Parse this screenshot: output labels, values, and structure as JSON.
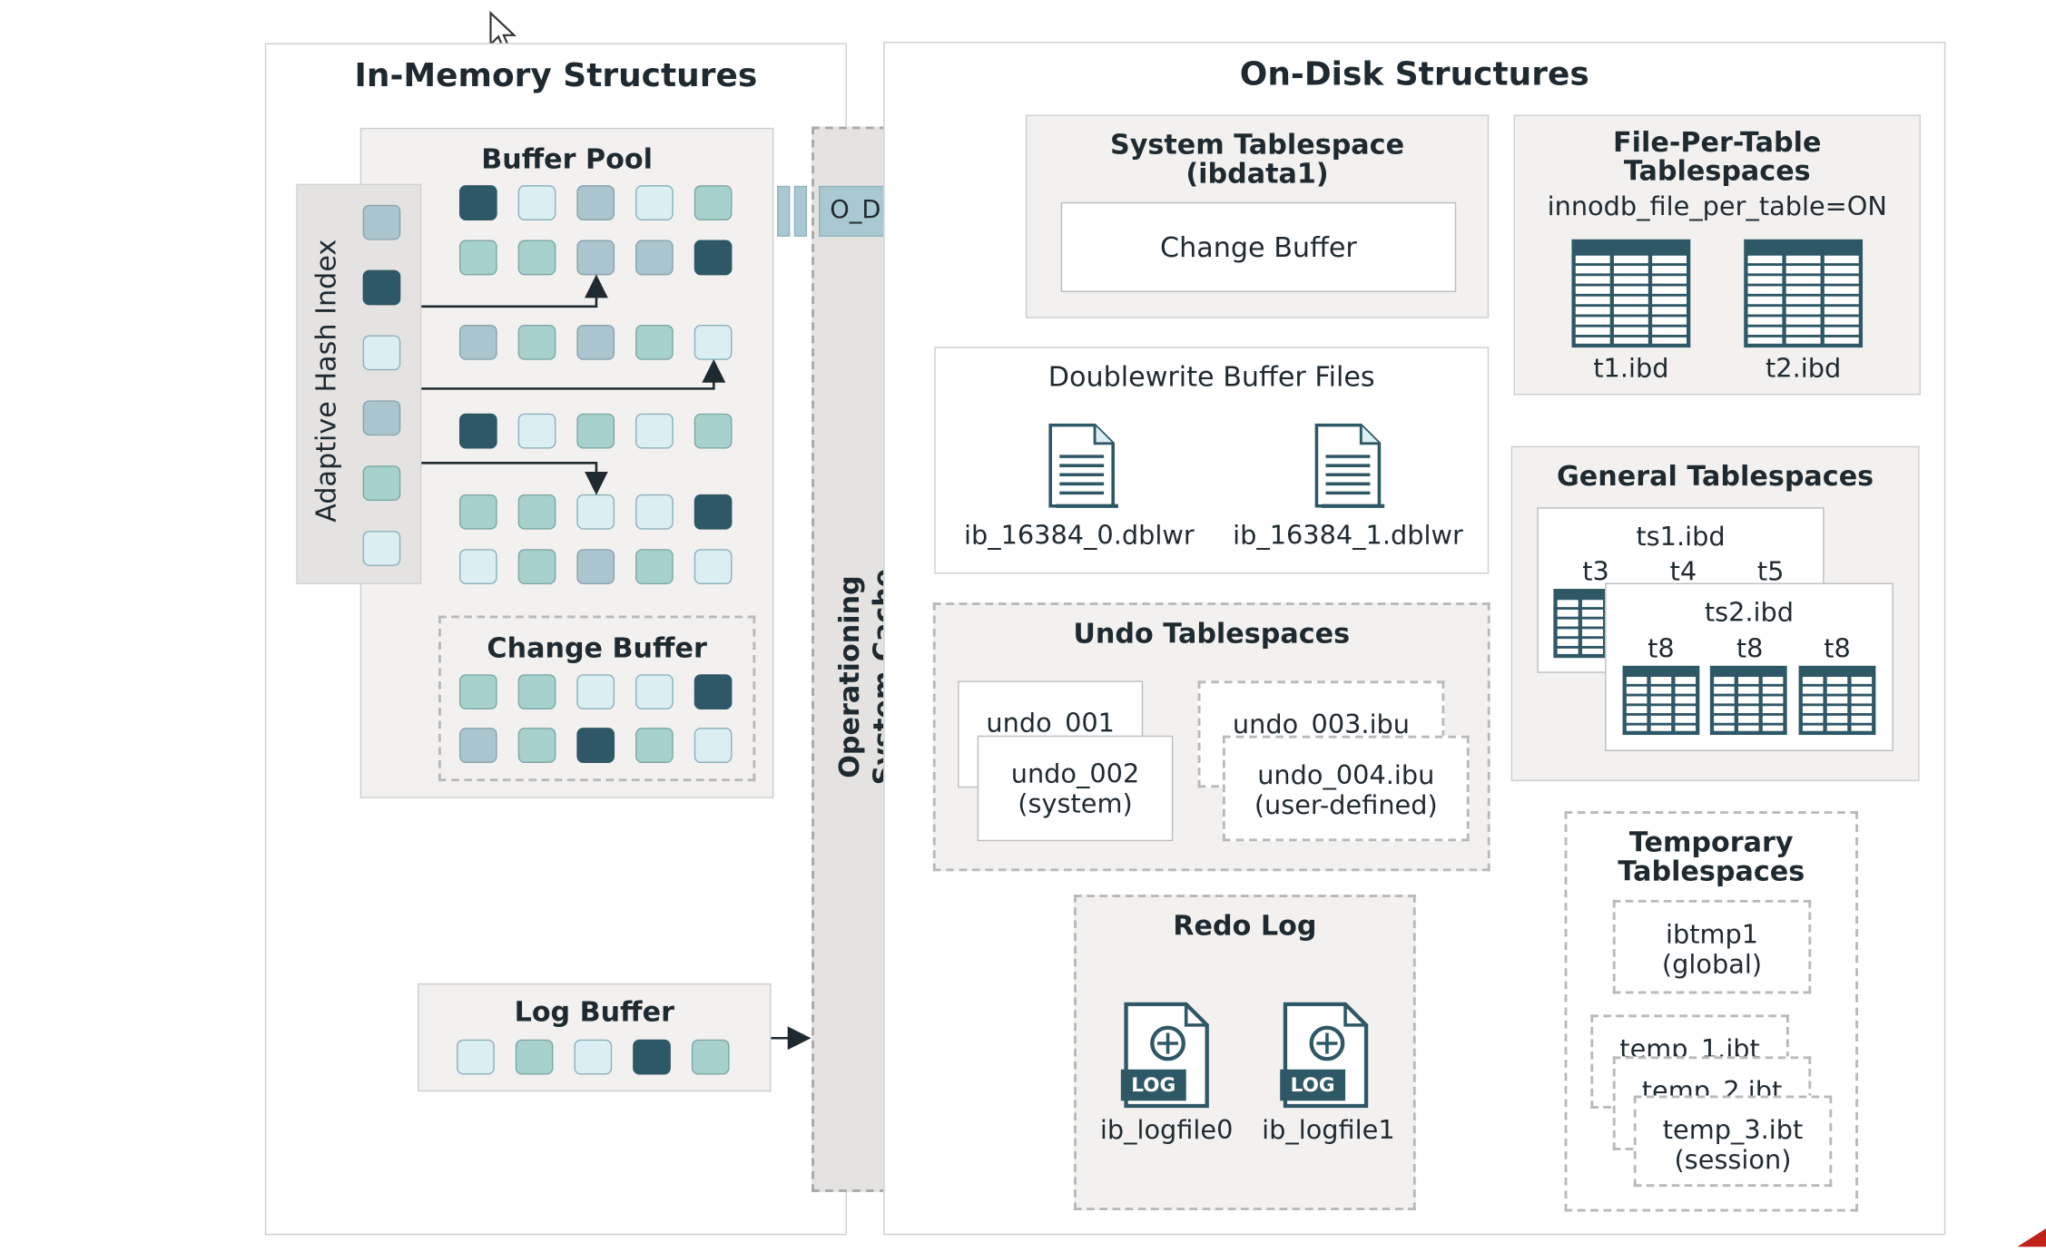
{
  "in_memory": {
    "title": "In-Memory Structures",
    "buffer_pool": {
      "title": "Buffer Pool"
    },
    "adaptive_hash_index": {
      "label": "Adaptive Hash Index"
    },
    "change_buffer": {
      "title": "Change Buffer"
    },
    "log_buffer": {
      "title": "Log Buffer"
    }
  },
  "os_cache": {
    "line1": "Operationing",
    "line2": "System Cache"
  },
  "o_direct": {
    "label": "O_DIRECT"
  },
  "on_disk": {
    "title": "On-Disk Structures",
    "system_tablespace": {
      "title1": "System Tablespace",
      "title2": "(ibdata1)",
      "change_buffer": "Change Buffer"
    },
    "file_per_table": {
      "title1": "File-Per-Table",
      "title2": "Tablespaces",
      "setting": "innodb_file_per_table=ON",
      "files": [
        "t1.ibd",
        "t2.ibd"
      ]
    },
    "doublewrite": {
      "title": "Doublewrite Buffer Files",
      "files": [
        "ib_16384_0.dblwr",
        "ib_16384_1.dblwr"
      ]
    },
    "general": {
      "title": "General Tablespaces",
      "ts1": "ts1.ibd",
      "ts1_tables": [
        "t3",
        "t4",
        "t5"
      ],
      "ts2": "ts2.ibd",
      "ts2_tables": [
        "t8",
        "t8",
        "t8"
      ]
    },
    "undo": {
      "title": "Undo Tablespaces",
      "undo_001": "undo_001",
      "undo_002_1": "undo_002",
      "undo_002_2": "(system)",
      "undo_003": "undo_003.ibu",
      "undo_004_1": "undo_004.ibu",
      "undo_004_2": "(user-defined)"
    },
    "temporary": {
      "title1": "Temporary",
      "title2": "Tablespaces",
      "ibtmp1_1": "ibtmp1",
      "ibtmp1_2": "(global)",
      "temp_1": "temp_1.ibt",
      "temp_2": "temp_2.ibt",
      "temp_3_1": "temp_3.ibt",
      "temp_3_2": "(session)"
    },
    "redo": {
      "title": "Redo Log",
      "log_icon_text": "LOG",
      "files": [
        "ib_logfile0",
        "ib_logfile1"
      ]
    }
  },
  "colors": {
    "dark": "#2f5866",
    "green": "#a6d1cc",
    "gray": "#abc5cf",
    "pale": "#dbeff3",
    "panel_bg": "#f2f1f0",
    "arrow": "#a9c9d2"
  },
  "icons": [
    "mouse-cursor-icon",
    "arrow-icon",
    "document-icon",
    "table-icon",
    "log-file-icon"
  ]
}
